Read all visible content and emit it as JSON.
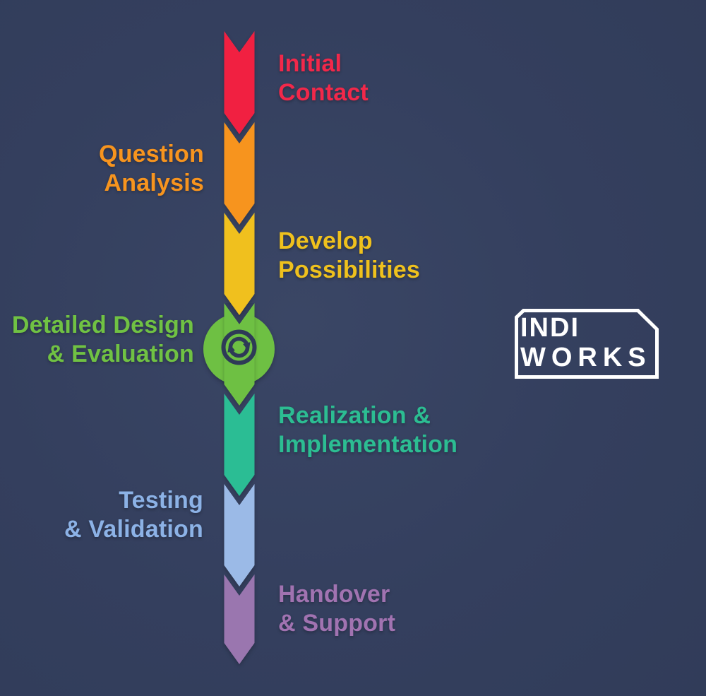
{
  "title": "Project process flow infographic",
  "background_color": "#343F5E",
  "steps": [
    {
      "id": "initial-contact",
      "label_lines": [
        "Initial",
        "Contact"
      ],
      "side": "right",
      "arrow_color": "#F12041",
      "text_color": "#F2284A"
    },
    {
      "id": "question-analysis",
      "label_lines": [
        "Question",
        "Analysis"
      ],
      "side": "left",
      "arrow_color": "#F7941E",
      "text_color": "#F7941E"
    },
    {
      "id": "develop-possibilities",
      "label_lines": [
        "Develop",
        "Possibilities"
      ],
      "side": "right",
      "arrow_color": "#F0C01E",
      "text_color": "#EFC11D"
    },
    {
      "id": "detailed-design-evaluation",
      "label_lines": [
        "Detailed Design",
        "& Evaluation"
      ],
      "side": "left",
      "arrow_color": "#6EC043",
      "text_color": "#70C243",
      "has_cycle_icon": true
    },
    {
      "id": "realization-implementation",
      "label_lines": [
        "Realization &",
        "Implementation"
      ],
      "side": "right",
      "arrow_color": "#2BBD94",
      "text_color": "#2CBD92"
    },
    {
      "id": "testing-validation",
      "label_lines": [
        "Testing",
        "& Validation"
      ],
      "side": "left",
      "arrow_color": "#9BBAE7",
      "text_color": "#8CB2E6"
    },
    {
      "id": "handover-support",
      "label_lines": [
        "Handover",
        "& Support"
      ],
      "side": "right",
      "arrow_color": "#9A76AF",
      "text_color": "#A173B1"
    }
  ],
  "icons": {
    "cycle_icon": "refresh-cycle-arrows",
    "cycle_icon_color": "#2E3A57"
  },
  "logo": {
    "line1": "INDI",
    "line2": "WORKS",
    "color": "#FFFFFF"
  }
}
